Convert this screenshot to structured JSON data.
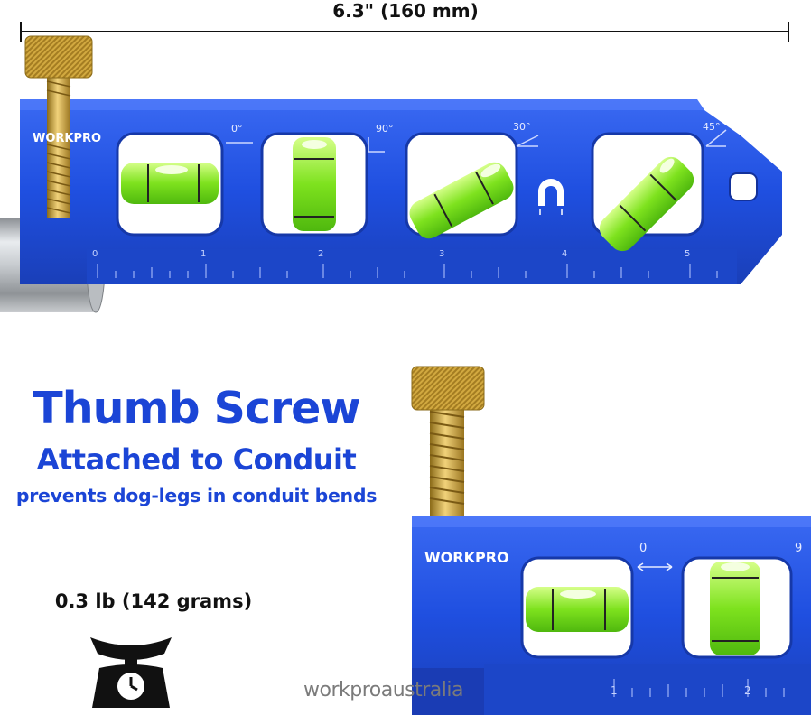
{
  "dimension": {
    "label": "6.3\" (160 mm)"
  },
  "brand": {
    "name": "WORKPRO"
  },
  "level_top": {
    "angle_labels": [
      "0°",
      "90°",
      "30°",
      "45°"
    ],
    "ruler_numbers": [
      "0",
      "1",
      "2",
      "3",
      "4",
      "5"
    ]
  },
  "level_bottom": {
    "angle_labels": [
      "0",
      "9"
    ],
    "ruler_numbers": [
      "1",
      "2"
    ]
  },
  "headline": {
    "title": "Thumb Screw",
    "subtitle": "Attached to Conduit",
    "caption": "prevents dog-legs in conduit bends"
  },
  "weight": {
    "label": "0.3 lb (142 grams)"
  },
  "watermark": {
    "text": "workproaustralia"
  },
  "colors": {
    "level_blue": "#1f4fe0",
    "headline_blue": "#1b45d6",
    "vial_green": "#7ee21e",
    "brass": "#c9a13a"
  },
  "icons": [
    "scale-icon",
    "magnet-icon",
    "thumb-screw",
    "conduit-pipe"
  ]
}
